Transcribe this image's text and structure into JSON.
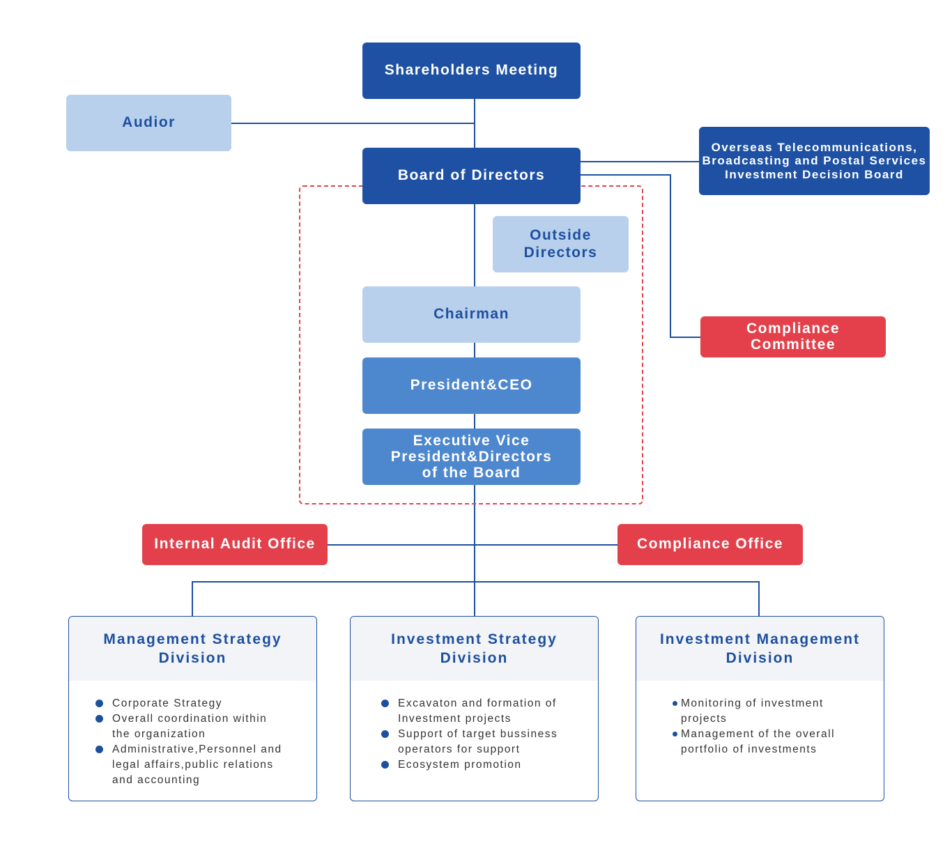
{
  "nodes": {
    "shareholders": "Shareholders Meeting",
    "auditor": "Audior",
    "board": "Board of Directors",
    "overseas_board": "Overseas Telecommunications,\nBroadcasting and Postal Services\nInvestment Decision Board",
    "outside_directors": "Outside\nDirectors",
    "chairman": "Chairman",
    "president": "President&CEO",
    "evp": "Executive Vice\nPresident&Directors\nof the Board",
    "compliance_committee": "Compliance\nCommittee",
    "internal_audit": "Internal Audit Office",
    "compliance_office": "Compliance Office"
  },
  "divisions": [
    {
      "title": "Management Strategy\nDivision",
      "items": [
        "Corporate Strategy",
        "Overall coordination within\nthe organization",
        "Administrative,Personnel and\nlegal affairs,public relations\nand accounting"
      ]
    },
    {
      "title": "Investment Strategy\nDivision",
      "items": [
        "Excavaton and formation of\nInvestment projects",
        "Support of target bussiness\noperators for support",
        "Ecosystem promotion"
      ]
    },
    {
      "title": "Investment Management\nDivision",
      "items": [
        "Monitoring of investment\nprojects",
        "Management of the overall\nportfolio of investments"
      ]
    }
  ],
  "colors": {
    "dark_blue": "#1e51a3",
    "light_blue": "#b9d0ec",
    "mid_blue": "#4d87ce",
    "red": "#e3404b"
  }
}
